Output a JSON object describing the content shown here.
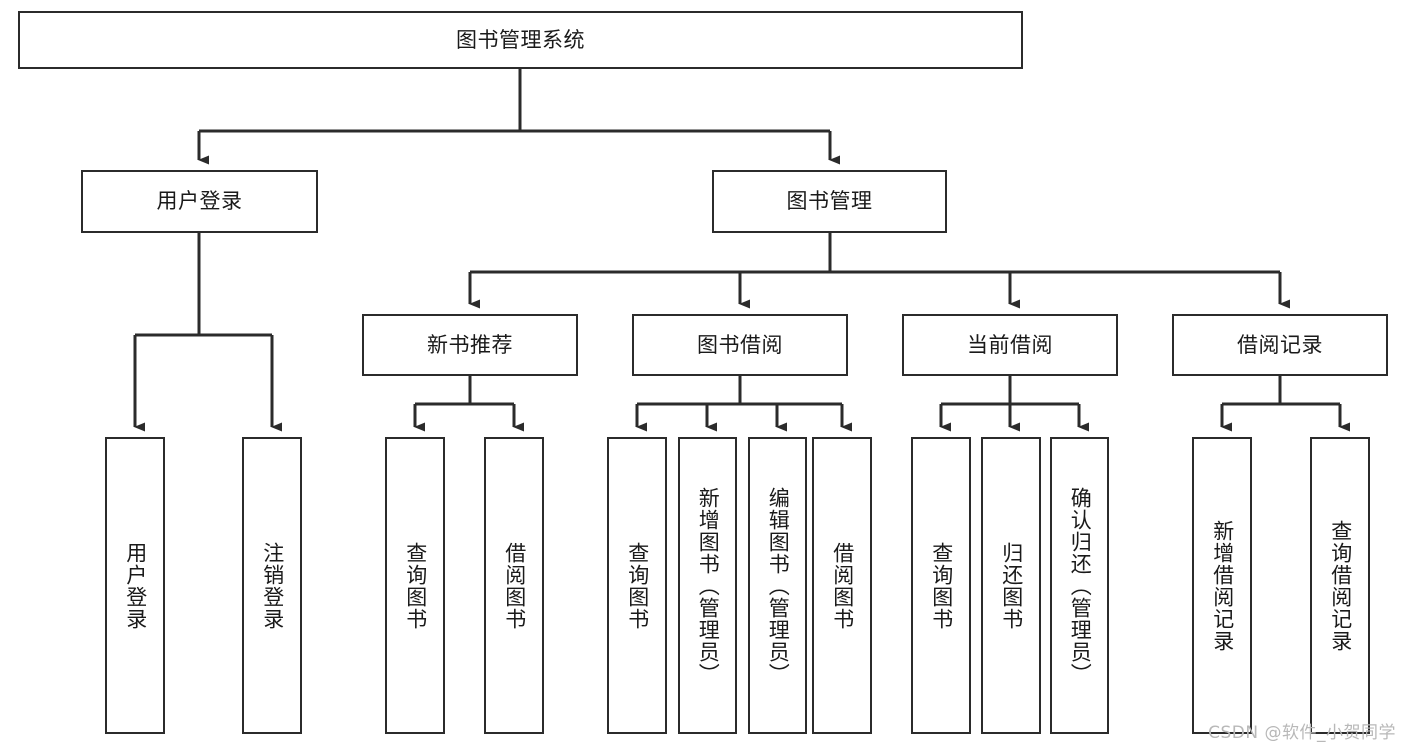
{
  "diagram": {
    "type": "tree-hierarchy-chart",
    "title": "图书管理系统",
    "stroke_color": "#2b2b2b",
    "fill_color": "#ffffff",
    "text_color": "#1a1a1a",
    "levels": [
      {
        "level": 1,
        "nodes": [
          {
            "id": "root",
            "label": "图书管理系统",
            "orientation": "horizontal"
          }
        ]
      },
      {
        "level": 2,
        "nodes": [
          {
            "id": "login",
            "label": "用户登录",
            "orientation": "horizontal",
            "parent": "root"
          },
          {
            "id": "bookmgmt",
            "label": "图书管理",
            "orientation": "horizontal",
            "parent": "root"
          }
        ]
      },
      {
        "level": 3,
        "nodes": [
          {
            "id": "newbook",
            "label": "新书推荐",
            "orientation": "horizontal",
            "parent": "bookmgmt"
          },
          {
            "id": "borrow",
            "label": "图书借阅",
            "orientation": "horizontal",
            "parent": "bookmgmt"
          },
          {
            "id": "current",
            "label": "当前借阅",
            "orientation": "horizontal",
            "parent": "bookmgmt"
          },
          {
            "id": "records",
            "label": "借阅记录",
            "orientation": "horizontal",
            "parent": "bookmgmt"
          }
        ]
      },
      {
        "level": 4,
        "nodes": [
          {
            "id": "leaf-user-login",
            "label": "用户登录",
            "orientation": "vertical",
            "parent": "login"
          },
          {
            "id": "leaf-user-logout",
            "label": "注销登录",
            "orientation": "vertical",
            "parent": "login"
          },
          {
            "id": "leaf-newbook-query",
            "label": "查询图书",
            "orientation": "vertical",
            "parent": "newbook"
          },
          {
            "id": "leaf-newbook-borrow",
            "label": "借阅图书",
            "orientation": "vertical",
            "parent": "newbook"
          },
          {
            "id": "leaf-borrow-query",
            "label": "查询图书",
            "orientation": "vertical",
            "parent": "borrow"
          },
          {
            "id": "leaf-borrow-add",
            "label": "新增图书（管理员）",
            "orientation": "vertical",
            "parent": "borrow"
          },
          {
            "id": "leaf-borrow-edit",
            "label": "编辑图书（管理员）",
            "orientation": "vertical",
            "parent": "borrow"
          },
          {
            "id": "leaf-borrow-lend",
            "label": "借阅图书",
            "orientation": "vertical",
            "parent": "borrow"
          },
          {
            "id": "leaf-current-query",
            "label": "查询图书",
            "orientation": "vertical",
            "parent": "current"
          },
          {
            "id": "leaf-current-return",
            "label": "归还图书",
            "orientation": "vertical",
            "parent": "current"
          },
          {
            "id": "leaf-current-confirm",
            "label": "确认归还（管理员）",
            "orientation": "vertical",
            "parent": "current"
          },
          {
            "id": "leaf-records-add",
            "label": "新增借阅记录",
            "orientation": "vertical",
            "parent": "records"
          },
          {
            "id": "leaf-records-query",
            "label": "查询借阅记录",
            "orientation": "vertical",
            "parent": "records"
          }
        ]
      }
    ]
  },
  "watermark": {
    "text": "CSDN @软件_小贺同学"
  }
}
